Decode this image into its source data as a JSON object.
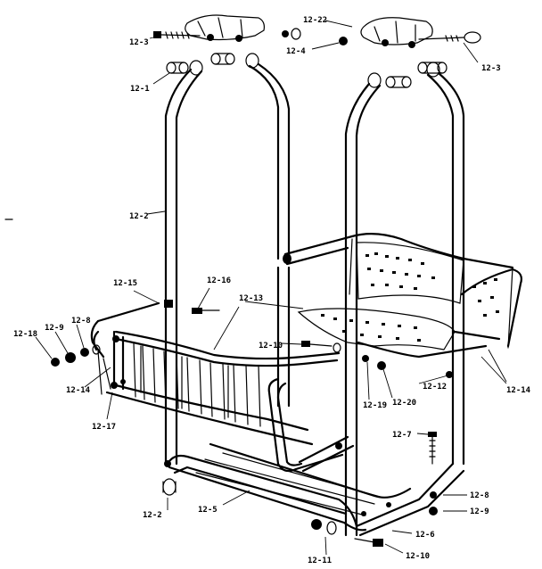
{
  "diagram": {
    "labels": {
      "p12_22": "12-22",
      "p12_3_left": "12-3",
      "p12_3_right": "12-3",
      "p12_4": "12-4",
      "p12_1": "12-1",
      "p12_2_frame": "12-2",
      "p12_15": "12-15",
      "p12_16": "12-16",
      "p12_13": "12-13",
      "p12_18_left": "12-18",
      "p12_9_left": "12-9",
      "p12_8_left": "12-8",
      "p12_10_mid": "12-10",
      "p12_14_left": "12-14",
      "p12_14_right": "12-14",
      "p12_17": "12-17",
      "p12_19": "12-19",
      "p12_20": "12-20",
      "p12_12": "12-12",
      "p12_7": "12-7",
      "p12_8_right": "12-8",
      "p12_9_right": "12-9",
      "p12_2_foot": "12-2",
      "p12_5": "12-5",
      "p12_6": "12-6",
      "p12_11": "12-11",
      "p12_10_bottom": "12-10"
    }
  }
}
